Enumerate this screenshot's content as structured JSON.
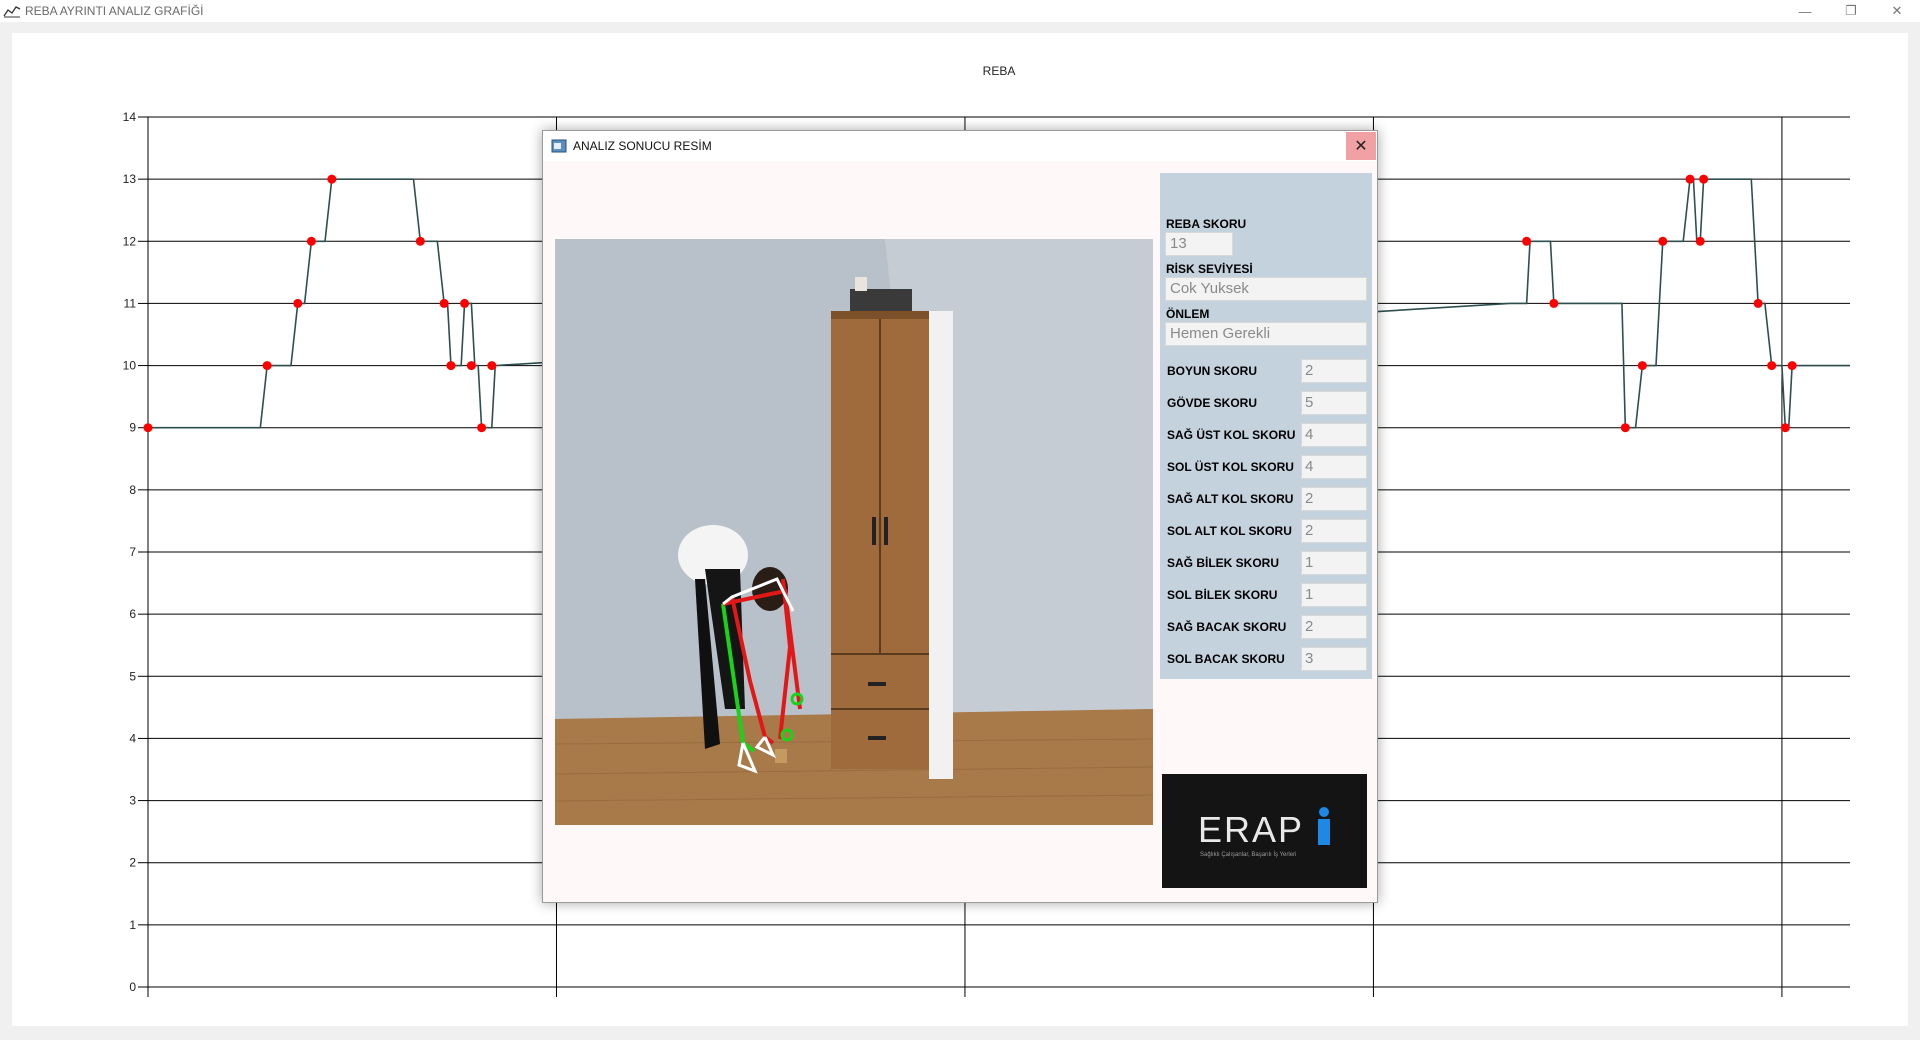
{
  "window": {
    "title": "REBA AYRINTI ANALIZ GRAFİĞİ",
    "controls": [
      "minimize",
      "restore",
      "close"
    ]
  },
  "chart_data": {
    "type": "line",
    "title": "REBA",
    "xlabel": "",
    "ylabel": "",
    "ylim": [
      0,
      14
    ],
    "yticks": [
      "0",
      "1",
      "2",
      "3",
      "4",
      "5",
      "6",
      "7",
      "8",
      "9",
      "10",
      "11",
      "12",
      "13",
      "14"
    ],
    "grid": true,
    "line_color": "#2f4f4f",
    "marker_color": "#ff0000",
    "series": [
      {
        "values": [
          [
            0,
            9
          ],
          [
            33,
            9
          ],
          [
            35,
            10
          ],
          [
            42,
            10
          ],
          [
            44,
            11
          ],
          [
            46,
            11
          ],
          [
            48,
            12
          ],
          [
            52,
            12
          ],
          [
            54,
            13
          ],
          [
            78,
            13
          ],
          [
            80,
            12
          ],
          [
            85,
            12
          ],
          [
            87,
            11
          ],
          [
            88,
            11
          ],
          [
            89,
            10
          ],
          [
            92,
            10
          ],
          [
            93,
            11
          ],
          [
            95,
            11
          ],
          [
            96,
            10
          ],
          [
            97,
            10
          ],
          [
            98,
            9
          ],
          [
            101,
            9
          ],
          [
            102,
            10
          ],
          [
            400,
            11
          ],
          [
            405,
            11
          ],
          [
            406,
            12
          ],
          [
            412,
            12
          ],
          [
            413,
            11
          ],
          [
            433,
            11
          ],
          [
            434,
            9
          ],
          [
            437,
            9
          ],
          [
            439,
            10
          ],
          [
            443,
            10
          ],
          [
            445,
            12
          ],
          [
            451,
            12
          ],
          [
            453,
            13
          ],
          [
            454,
            13
          ],
          [
            455,
            12
          ],
          [
            456,
            12
          ],
          [
            457,
            13
          ],
          [
            471,
            13
          ],
          [
            473,
            11
          ],
          [
            475,
            11
          ],
          [
            477,
            10
          ],
          [
            480,
            10
          ],
          [
            481,
            9
          ],
          [
            482,
            9
          ],
          [
            483,
            10
          ],
          [
            500,
            10
          ]
        ],
        "markers": [
          [
            0,
            9
          ],
          [
            35,
            10
          ],
          [
            44,
            11
          ],
          [
            48,
            12
          ],
          [
            54,
            13
          ],
          [
            80,
            12
          ],
          [
            87,
            11
          ],
          [
            89,
            10
          ],
          [
            93,
            11
          ],
          [
            95,
            10
          ],
          [
            98,
            9
          ],
          [
            101,
            10
          ],
          [
            405,
            12
          ],
          [
            413,
            11
          ],
          [
            434,
            9
          ],
          [
            439,
            10
          ],
          [
            445,
            12
          ],
          [
            453,
            13
          ],
          [
            456,
            12
          ],
          [
            457,
            13
          ],
          [
            473,
            11
          ],
          [
            477,
            10
          ],
          [
            481,
            9
          ],
          [
            483,
            10
          ]
        ]
      }
    ],
    "x_gridlines": [
      0,
      120,
      240,
      360,
      480
    ]
  },
  "dialog": {
    "title": "ANALIZ SONUCU RESİM",
    "reba_label": "REBA SKORU",
    "reba_value": "13",
    "risk_label": "RİSK SEVİYESİ",
    "risk_value": "Cok Yuksek",
    "onlem_label": "ÖNLEM",
    "onlem_value": "Hemen Gerekli",
    "rows": [
      {
        "label": "BOYUN SKORU",
        "value": "2"
      },
      {
        "label": "GÖVDE SKORU",
        "value": "5"
      },
      {
        "label": "SAĞ ÜST KOL SKORU",
        "value": "4"
      },
      {
        "label": "SOL ÜST KOL SKORU",
        "value": "4"
      },
      {
        "label": "SAĞ ALT KOL SKORU",
        "value": "2"
      },
      {
        "label": "SOL ALT KOL SKORU",
        "value": "2"
      },
      {
        "label": "SAĞ BİLEK SKORU",
        "value": "1"
      },
      {
        "label": "SOL BİLEK SKORU",
        "value": "1"
      },
      {
        "label": "SAĞ BACAK SKORU",
        "value": "2"
      },
      {
        "label": "SOL BACAK SKORU",
        "value": "3"
      }
    ],
    "logo_text": "ERAP",
    "logo_tagline": "Sağlıklı Çalışanlar, Başarılı İş Yerleri"
  }
}
